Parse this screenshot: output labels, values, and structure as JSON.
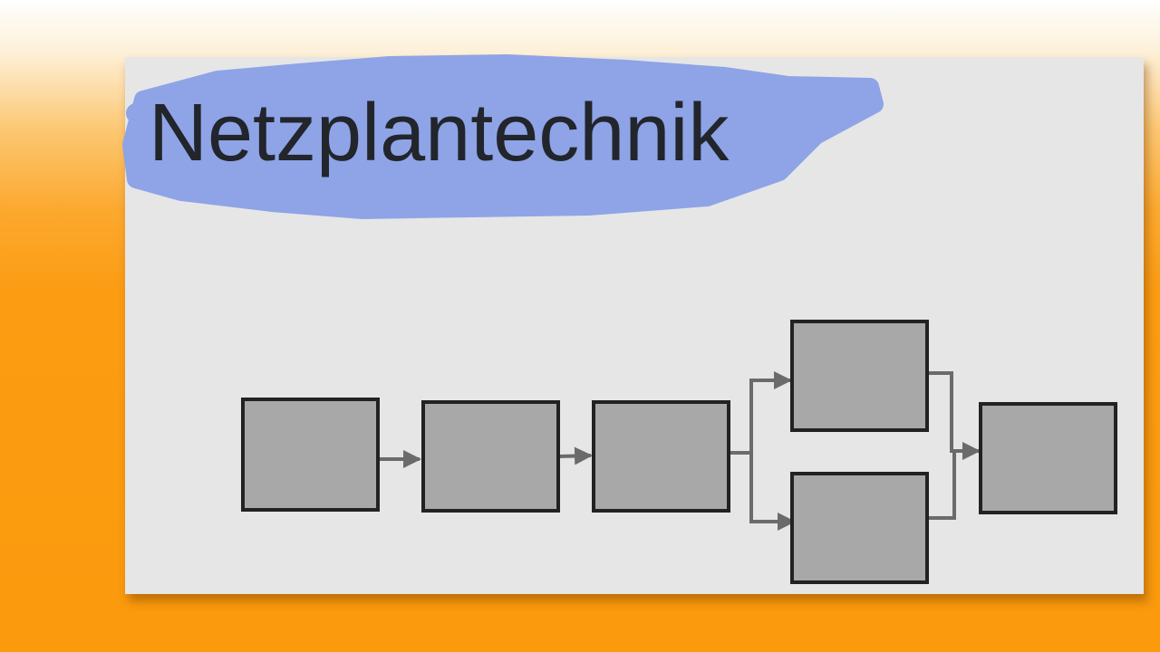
{
  "title": "Netzplantechnik",
  "colors": {
    "background_top": "#ffffff",
    "background_bottom": "#fb9a0c",
    "card": "#e6e6e6",
    "highlight": "#8ea4e6",
    "box_fill": "#a8a8a8",
    "box_stroke": "#222222",
    "connector": "#6b6b6b",
    "title": "#22252b"
  },
  "diagram": {
    "nodes": [
      {
        "id": "n1",
        "label": ""
      },
      {
        "id": "n2",
        "label": ""
      },
      {
        "id": "n3",
        "label": ""
      },
      {
        "id": "n4",
        "label": ""
      },
      {
        "id": "n5",
        "label": ""
      },
      {
        "id": "n6",
        "label": ""
      }
    ],
    "edges": [
      {
        "from": "n1",
        "to": "n2"
      },
      {
        "from": "n2",
        "to": "n3"
      },
      {
        "from": "n3",
        "to": "n4"
      },
      {
        "from": "n3",
        "to": "n5"
      },
      {
        "from": "n4",
        "to": "n6"
      },
      {
        "from": "n5",
        "to": "n6"
      }
    ]
  }
}
